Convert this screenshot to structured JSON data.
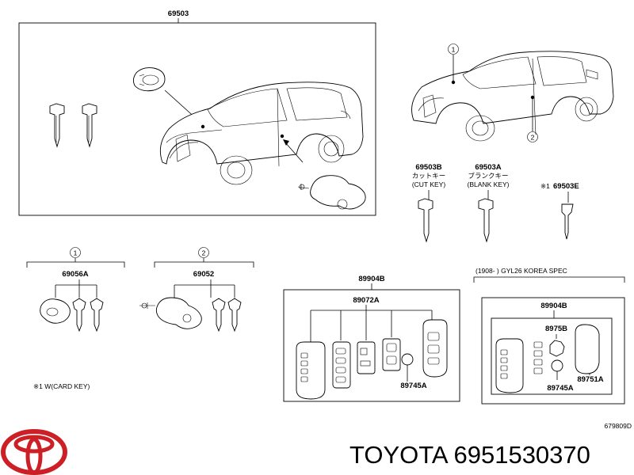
{
  "labels": {
    "p69503": "69503",
    "p69503B": "69503B",
    "p69503B_jp": "カットキー",
    "p69503B_en": "(CUT KEY)",
    "p69503A": "69503A",
    "p69503A_jp": "ブランクキー",
    "p69503A_en": "(BLANK KEY)",
    "p69503E_note": "※1",
    "p69503E": "69503E",
    "callout1": "1",
    "callout2": "2",
    "p69056A": "69056A",
    "p69052": "69052",
    "card_note": "※1 W(CARD KEY)",
    "p89904B": "89904B",
    "p89072A": "89072A",
    "p89745A": "89745A",
    "korea_spec": "(1908-      ) GYL26 KOREA SPEC",
    "k89904B": "89904B",
    "k8975B": "8975B",
    "k89751A": "89751A",
    "k89745A": "89745A",
    "diagram_code": "679809D"
  },
  "footer": {
    "brand_text": "TOYOTA 6951530370"
  },
  "colors": {
    "logo": "#cc1f26",
    "line": "#000000"
  }
}
